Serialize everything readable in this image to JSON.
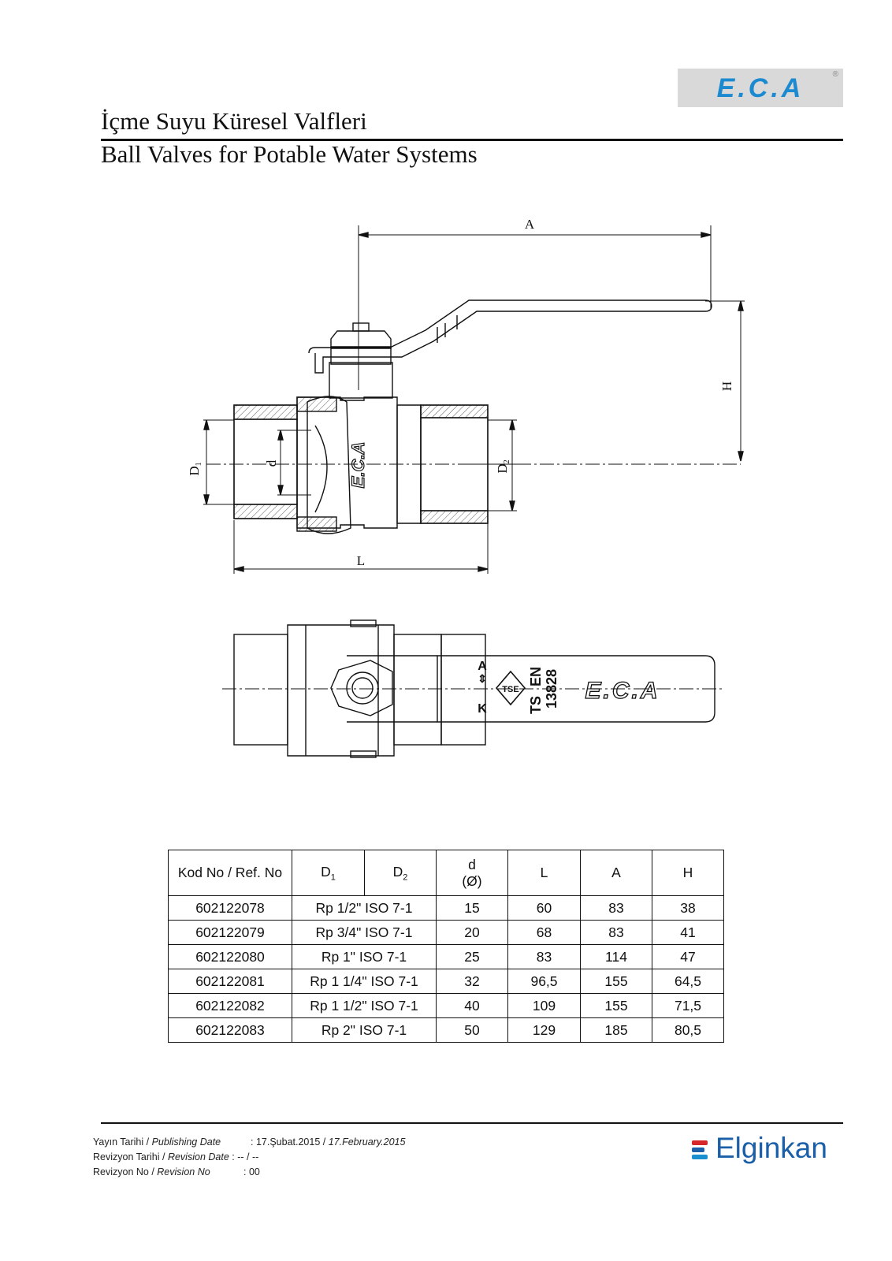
{
  "header": {
    "logo_text": "E.C.A",
    "logo_reg": "®",
    "title_tr": "İçme Suyu Küresel Valfleri",
    "title_en": "Ball Valves for Potable Water Systems"
  },
  "drawing": {
    "dim_A": "A",
    "dim_H": "H",
    "dim_L": "L",
    "dim_D1": "D",
    "dim_D1_sub": "1",
    "dim_D2": "D",
    "dim_D2_sub": "2",
    "dim_d": "d",
    "body_mark": "E.C.A",
    "handle_brand": "E.C.A",
    "handle_ak_a": "A",
    "handle_ak_k": "K",
    "handle_tse": "TSE",
    "handle_ts": "TS",
    "handle_en": "EN",
    "handle_std": "13828"
  },
  "table": {
    "headers": {
      "code": "Kod No / Ref. No",
      "d1": "D",
      "d1_sub": "1",
      "d2": "D",
      "d2_sub": "2",
      "d_line1": "d",
      "d_line2": "(Ø)",
      "l": "L",
      "a": "A",
      "h": "H"
    },
    "rows": [
      {
        "code": "602122078",
        "thread": "Rp 1/2\" ISO 7-1",
        "d": "15",
        "l": "60",
        "a": "83",
        "h": "38"
      },
      {
        "code": "602122079",
        "thread": "Rp 3/4\" ISO 7-1",
        "d": "20",
        "l": "68",
        "a": "83",
        "h": "41"
      },
      {
        "code": "602122080",
        "thread": "Rp 1\" ISO 7-1",
        "d": "25",
        "l": "83",
        "a": "114",
        "h": "47"
      },
      {
        "code": "602122081",
        "thread": "Rp 1 1/4\" ISO 7-1",
        "d": "32",
        "l": "96,5",
        "a": "155",
        "h": "64,5"
      },
      {
        "code": "602122082",
        "thread": "Rp 1 1/2\" ISO 7-1",
        "d": "40",
        "l": "109",
        "a": "155",
        "h": "71,5"
      },
      {
        "code": "602122083",
        "thread": "Rp 2\" ISO 7-1",
        "d": "50",
        "l": "129",
        "a": "185",
        "h": "80,5"
      }
    ]
  },
  "footer": {
    "publishing_label_tr": "Yayın Tarihi / ",
    "publishing_label_en": "Publishing Date",
    "publishing_value_tr": ": 17.Şubat.2015 / ",
    "publishing_value_en": "17.February.2015",
    "revision_date_label_tr": "Revizyon Tarihi / ",
    "revision_date_label_en": "Revision Date",
    "revision_date_value": ": -- / --",
    "revision_no_label_tr": "Revizyon No / ",
    "revision_no_label_en": "Revision No",
    "revision_no_value": ": 00",
    "brand": "Elginkan",
    "brand_colors": [
      "#d62828",
      "#1a5fa8",
      "#1a8fd0"
    ]
  }
}
